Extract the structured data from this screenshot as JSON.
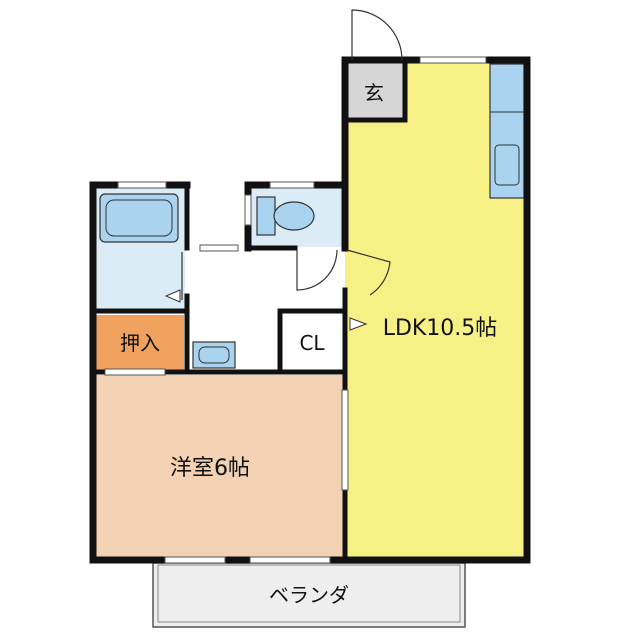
{
  "rooms": {
    "ldk": {
      "label": "LDK10.5帖"
    },
    "western": {
      "label": "洋室6帖"
    },
    "closet_oshiire": {
      "label": "押入"
    },
    "closet_cl": {
      "label": "CL"
    },
    "entrance": {
      "label": "玄"
    },
    "balcony": {
      "label": "ベランダ"
    }
  },
  "colors": {
    "ldk": "#f7f084",
    "western": "#f2d2b2",
    "closet": "#f0a15e",
    "entrance": "#d6d6d6",
    "wet_area": "#dcecf7",
    "fixture": "#a9d3ee",
    "wall": "#111111",
    "balcony": "#eeeeee",
    "hall": "#ffffff"
  }
}
